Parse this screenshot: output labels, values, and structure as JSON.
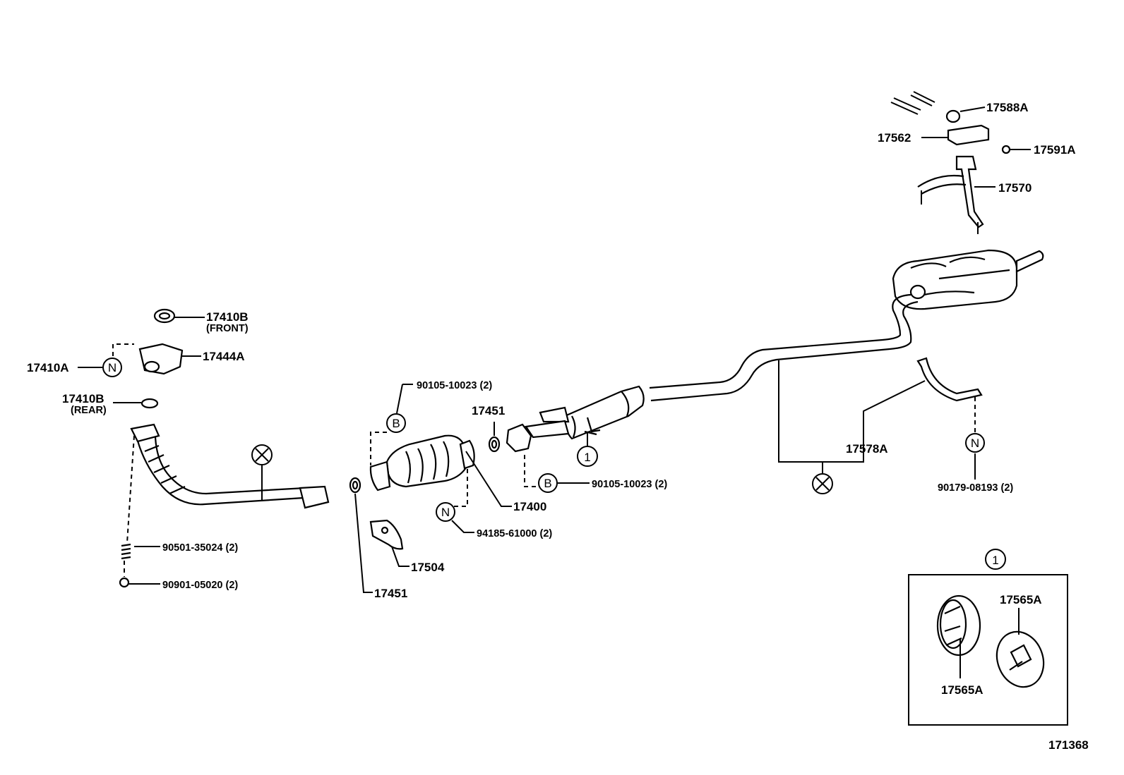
{
  "diagram": {
    "parts": {
      "p17588A": "17588A",
      "p17562": "17562",
      "p17591A": "17591A",
      "p17570": "17570",
      "p17410B_front": "17410B",
      "front": "(FRONT)",
      "p17444A": "17444A",
      "p17410A": "17410A",
      "p17410B_rear": "17410B",
      "rear": "(REAR)",
      "p90105_top": "90105-10023 (2)",
      "p17451_top": "17451",
      "p90105_bottom": "90105-10023 (2)",
      "p17400": "17400",
      "p94185": "94185-61000 (2)",
      "p17504": "17504",
      "p17451_bottom": "17451",
      "p90501": "90501-35024 (2)",
      "p90901": "90901-05020 (2)",
      "p17578A": "17578A",
      "p90179": "90179-08193 (2)",
      "p17565A_right": "17565A",
      "p17565A_left": "17565A",
      "figure_number": "171368"
    },
    "marks": {
      "N": "N",
      "B": "B",
      "one": "①"
    }
  }
}
